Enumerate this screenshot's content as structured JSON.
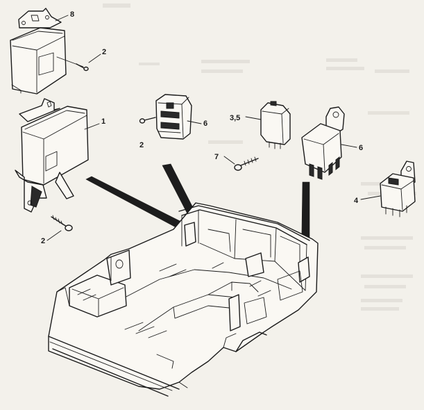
{
  "callouts": {
    "c8": "8",
    "c2_top": "2",
    "c1": "1",
    "c2_mid": "2",
    "c6_left": "6",
    "c35": "3,5",
    "c7": "7",
    "c6_right": "6",
    "c4": "4",
    "c2_bottom": "2"
  },
  "colors": {
    "paper": "#f3f1eb",
    "ink": "#1b1b1b"
  }
}
